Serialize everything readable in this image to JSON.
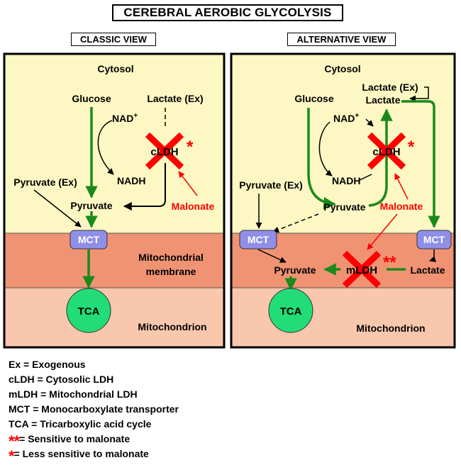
{
  "title": "CEREBRAL AEROBIC GLYCOLYSIS",
  "panels": {
    "classic": {
      "label": "CLASSIC VIEW",
      "cytosol": "Cytosol",
      "glucose": "Glucose",
      "lactate_ex": "Lactate (Ex)",
      "nad": "NAD",
      "nad_sup": "+",
      "nadh": "NADH",
      "cldh": "cLDH",
      "cldh_star": "*",
      "pyruvate_ex": "Pyruvate (Ex)",
      "pyruvate": "Pyruvate",
      "malonate": "Malonate",
      "mct": "MCT",
      "mito_membrane_1": "Mitochondrial",
      "mito_membrane_2": "membrane",
      "tca": "TCA",
      "mitochondrion": "Mitochondrion"
    },
    "alternative": {
      "label": "ALTERNATIVE VIEW",
      "cytosol": "Cytosol",
      "glucose": "Glucose",
      "lactate_ex": "Lactate (Ex)",
      "lactate": "Lactate",
      "nad": "NAD",
      "nad_sup": "+",
      "nadh": "NADH",
      "cldh": "cLDH",
      "cldh_star": "*",
      "pyruvate_ex": "Pyruvate (Ex)",
      "pyruvate": "Pyruvate",
      "malonate": "Malonate",
      "mct_left": "MCT",
      "mct_right": "MCT",
      "mito_pyruvate": "Pyruvate",
      "mldh": "mLDH",
      "mldh_star": "**",
      "mito_lactate": "Lactate",
      "tca": "TCA",
      "mitochondrion": "Mitochondrion"
    }
  },
  "legend": [
    {
      "symbol": "",
      "text": "Ex = Exogenous"
    },
    {
      "symbol": "",
      "text": "cLDH = Cytosolic LDH"
    },
    {
      "symbol": "",
      "text": "mLDH = Mitochondrial LDH"
    },
    {
      "symbol": "",
      "text": "MCT = Monocarboxylate transporter"
    },
    {
      "symbol": "",
      "text": "TCA = Tricarboxylic acid cycle"
    },
    {
      "symbol": "**",
      "text": "= Sensitive to malonate"
    },
    {
      "symbol": "*",
      "text": "= Less sensitive to malonate"
    }
  ],
  "colors": {
    "cytosol": "#fdf7c3",
    "membrane": "#f09373",
    "mitochondrion": "#f9c7ad",
    "green_arrow": "#1a8a1a",
    "mct_fill": "#8f8fe8",
    "tca_fill": "#22dd77",
    "red": "#ff0000"
  }
}
